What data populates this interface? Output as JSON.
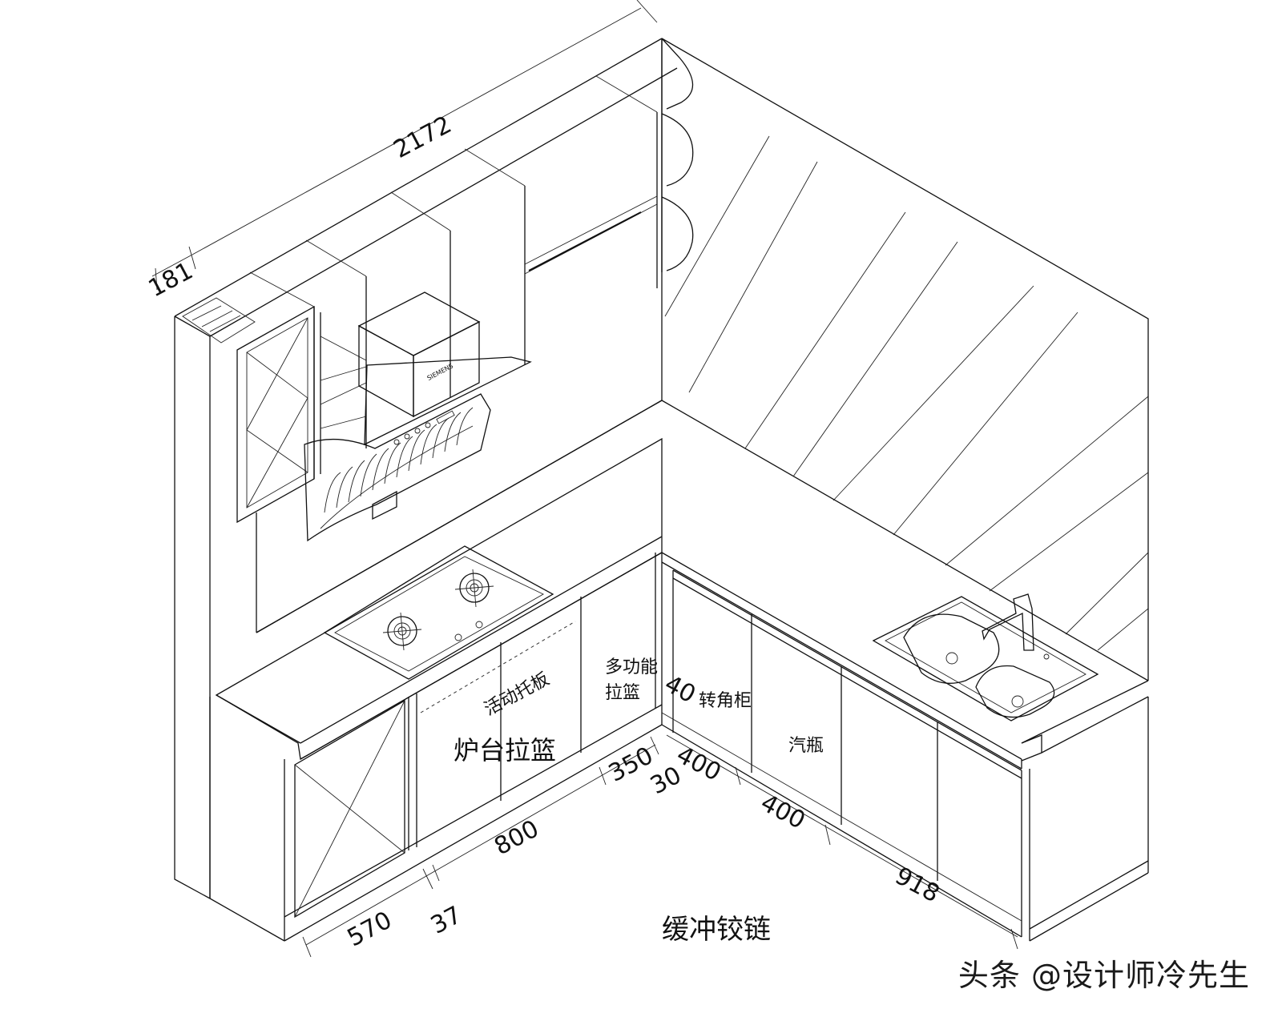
{
  "labels": {
    "adjustable_shelf": "活动托板",
    "multi_basket_line1": "多功能",
    "multi_basket_line2": "拉篮",
    "corner_cabinet": "转角柜",
    "stove_basket": "炉台拉篮",
    "gas_tank": "汽瓶",
    "buffer_hinge": "缓冲铰链"
  },
  "dimensions": {
    "top_width": "2172",
    "top_depth": "181",
    "d570": "570",
    "d37": "37",
    "d800": "800",
    "d350": "350",
    "d30": "30",
    "d40": "40",
    "d400a": "400",
    "d400b": "400",
    "d918": "918"
  },
  "watermark": "头条 @设计师冷先生"
}
